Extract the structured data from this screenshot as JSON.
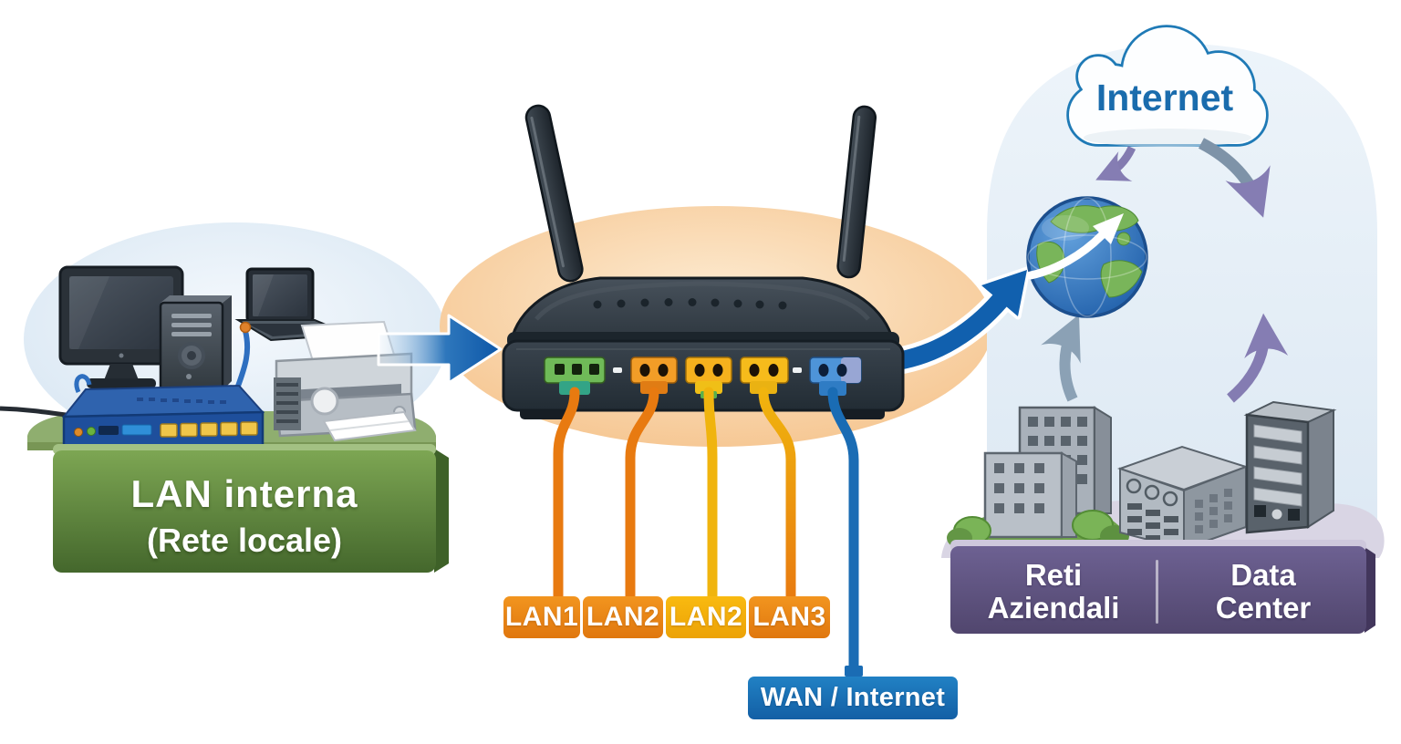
{
  "internet_cloud": {
    "label": "Internet",
    "text_color": "#1a6cad"
  },
  "lan_platform": {
    "title": "LAN interna",
    "subtitle": "(Rete locale)",
    "color": "#5c8a3c"
  },
  "cable_labels": [
    {
      "label": "LAN1",
      "color": "#e8811c"
    },
    {
      "label": "LAN2",
      "color": "#e8811c"
    },
    {
      "label": "LAN2",
      "color": "#f2a70c"
    },
    {
      "label": "LAN3",
      "color": "#e8811c"
    }
  ],
  "wan_label": {
    "label": "WAN / Internet",
    "color": "#1c72b8"
  },
  "destination_platform": {
    "color": "#645887",
    "left": {
      "line1": "Reti",
      "line2": "Aziendali"
    },
    "right": {
      "line1": "Data",
      "line2": "Center"
    }
  },
  "router_ports": [
    {
      "name": "lan-port-green",
      "color": "#6fba58"
    },
    {
      "name": "lan-port-orange",
      "color": "#f29d27"
    },
    {
      "name": "lan-port-amber",
      "color": "#f6b11d"
    },
    {
      "name": "lan-port-yellow",
      "color": "#f6bb1b"
    },
    {
      "name": "wan-port-blue",
      "color": "#4e94d8"
    }
  ],
  "cable_colors": {
    "orange": "#e87a10",
    "yellow": "#f0b40e",
    "blue": "#1a6cb4"
  }
}
